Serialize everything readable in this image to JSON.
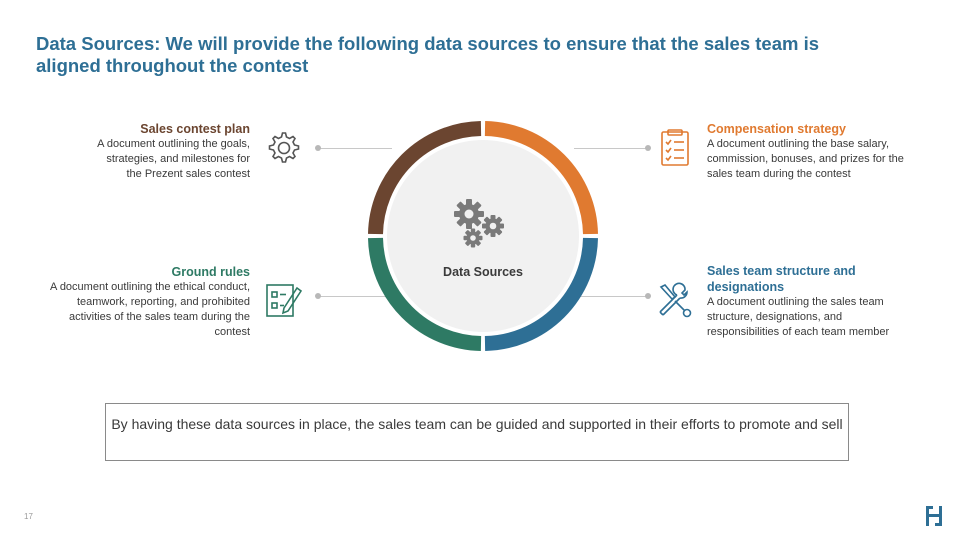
{
  "title": "Data Sources: We will provide the following data sources to ensure that the sales team is aligned throughout the contest",
  "center_label": "Data Sources",
  "items": [
    {
      "heading": "Sales contest plan",
      "desc": "A document outlining the goals, strategies, and milestones for the Prezent sales contest",
      "color": "#6b4530",
      "icon": "gear-icon"
    },
    {
      "heading": "Compensation strategy",
      "desc": "A document outlining the base salary, commission, bonuses, and prizes for the sales team during the contest",
      "color": "#e07a30",
      "icon": "checklist-icon"
    },
    {
      "heading": "Ground rules",
      "desc": "A document outlining the ethical conduct, teamwork, reporting, and prohibited activities of the sales team during the contest",
      "color": "#2e7a64",
      "icon": "form-pencil-icon"
    },
    {
      "heading": "Sales team structure and designations",
      "desc": "A document outlining the sales team structure, designations, and responsibilities of each team member",
      "color": "#2e6f95",
      "icon": "tools-icon"
    }
  ],
  "footer_text": "By having these data sources in place, the sales team can be guided and supported in their efforts to promote and sell",
  "page_number": "17",
  "colors": {
    "title": "#2e6f95",
    "brown": "#6b4530",
    "orange": "#e07a30",
    "green": "#2e7a64",
    "blue": "#2e6f95"
  }
}
